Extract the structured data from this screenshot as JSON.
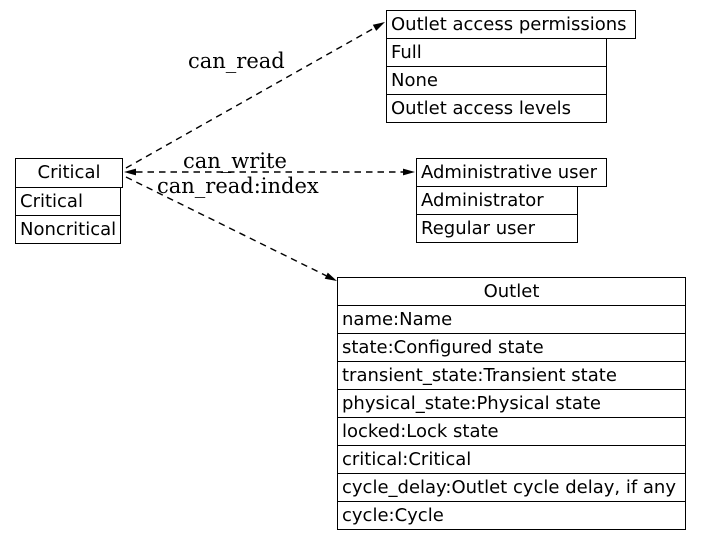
{
  "diagram": {
    "colors": {
      "line": "#000000",
      "text": "#000000",
      "background": "#ffffff"
    },
    "nodes": {
      "critical": {
        "title": "Critical",
        "rows": [
          "Critical",
          "Noncritical"
        ]
      },
      "permissions": {
        "title": "Outlet access permissions",
        "rows": [
          "Full",
          "None",
          "Outlet access levels"
        ]
      },
      "admin": {
        "title": "Administrative user",
        "rows": [
          "Administrator",
          "Regular user"
        ]
      },
      "outlet": {
        "title": "Outlet",
        "rows": [
          "name:Name",
          "state:Configured state",
          "transient_state:Transient state",
          "physical_state:Physical state",
          "locked:Lock state",
          "critical:Critical",
          "cycle_delay:Outlet cycle delay, if any",
          "cycle:Cycle"
        ]
      }
    },
    "edge_labels": {
      "can_read": "can_read",
      "can_write": "can_write",
      "can_read_index": "can_read:index"
    }
  }
}
